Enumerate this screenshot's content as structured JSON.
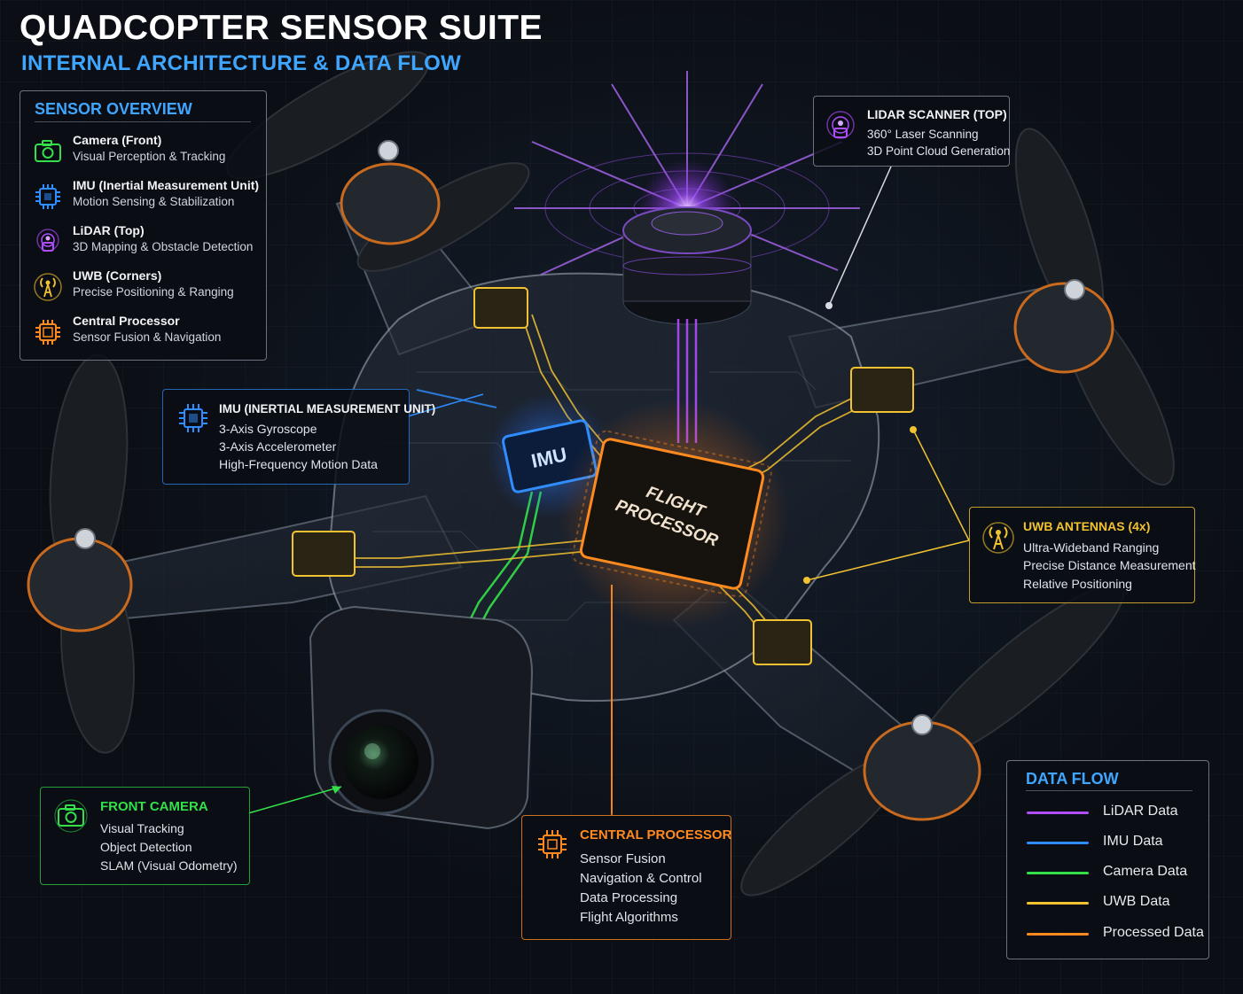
{
  "title": "QUADCOPTER SENSOR SUITE",
  "subtitle": "INTERNAL ARCHITECTURE & DATA FLOW",
  "colors": {
    "lidar": "#b04dff",
    "imu": "#2f8dff",
    "camera": "#33e04a",
    "uwb": "#f2c230",
    "processed": "#ff8a1f",
    "title_blue": "#3fa6ff"
  },
  "overview": {
    "heading": "SENSOR OVERVIEW",
    "items": [
      {
        "icon": "camera-icon",
        "name": "Camera (Front)",
        "desc": "Visual Perception & Tracking"
      },
      {
        "icon": "chip-icon",
        "name": "IMU (Inertial Measurement Unit)",
        "desc": "Motion Sensing & Stabilization"
      },
      {
        "icon": "lidar-icon",
        "name": "LiDAR (Top)",
        "desc": "3D Mapping & Obstacle Detection"
      },
      {
        "icon": "antenna-icon",
        "name": "UWB (Corners)",
        "desc": "Precise Positioning & Ranging"
      },
      {
        "icon": "processor-icon",
        "name": "Central Processor",
        "desc": "Sensor Fusion & Navigation"
      }
    ]
  },
  "drone": {
    "imu_chip_label": "IMU",
    "processor_chip_label_1": "FLIGHT",
    "processor_chip_label_2": "PROCESSOR"
  },
  "callouts": {
    "lidar": {
      "title": "LIDAR SCANNER (TOP)",
      "lines": [
        "360° Laser Scanning",
        "3D Point Cloud Generation"
      ]
    },
    "imu": {
      "title": "IMU (INERTIAL MEASUREMENT UNIT)",
      "lines": [
        "3-Axis Gyroscope",
        "3-Axis Accelerometer",
        "High-Frequency Motion Data"
      ]
    },
    "uwb": {
      "title": "UWB ANTENNAS (4x)",
      "lines": [
        "Ultra-Wideband Ranging",
        "Precise Distance Measurement",
        "Relative Positioning"
      ]
    },
    "camera": {
      "title": "FRONT CAMERA",
      "lines": [
        "Visual Tracking",
        "Object Detection",
        "SLAM (Visual Odometry)"
      ]
    },
    "processor": {
      "title": "CENTRAL PROCESSOR",
      "lines": [
        "Sensor Fusion",
        "Navigation & Control",
        "Data Processing",
        "Flight Algorithms"
      ]
    }
  },
  "legend": {
    "heading": "DATA FLOW",
    "items": [
      {
        "label": "LiDAR Data",
        "color": "#b04dff"
      },
      {
        "label": "IMU Data",
        "color": "#2f8dff"
      },
      {
        "label": "Camera Data",
        "color": "#33e04a"
      },
      {
        "label": "UWB Data",
        "color": "#f2c230"
      },
      {
        "label": "Processed Data",
        "color": "#ff8a1f"
      }
    ]
  }
}
